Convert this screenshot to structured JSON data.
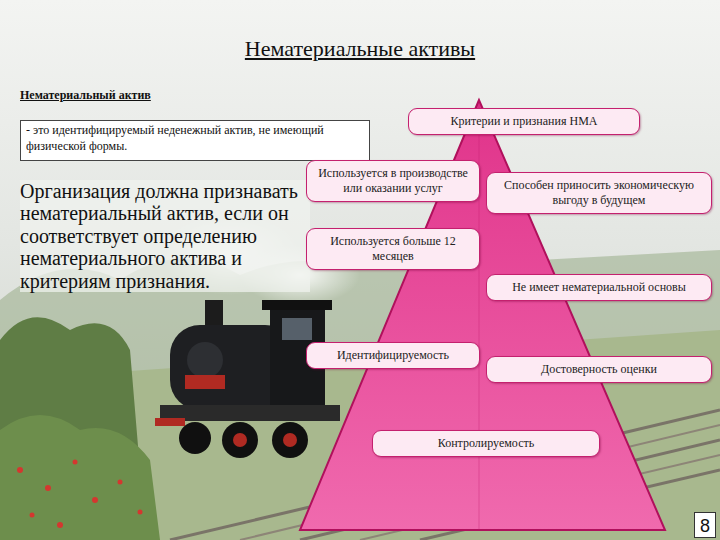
{
  "diagram": {
    "title": "Нематериальные активы",
    "nodes": [
      {
        "text": [
          "- это идентифицируемый неденежный актив, не имеющий физической формы."
        ]
      },
      {
        "text": [
          "Критерии и признания НМА"
        ]
      },
      {
        "text": [
          "Используется в производстве или оказании услуг"
        ]
      },
      {
        "text": [
          "Способен приносить экономическую выгоду в будущем"
        ]
      },
      {
        "text": [
          "Используется больше 12 месяцев"
        ]
      },
      {
        "text": [
          "Не имеет нематериальной основы"
        ]
      },
      {
        "text": [
          "Идентифицируемость"
        ]
      },
      {
        "text": [
          "Достоверность оценки"
        ]
      },
      {
        "text": [
          "Контролируемость"
        ]
      }
    ],
    "labels": [
      "Нематериальный актив",
      "Организация должна признавать нематериальный актив, если он соответствует определению нематериального актива и критериям признания.",
      "8"
    ]
  }
}
